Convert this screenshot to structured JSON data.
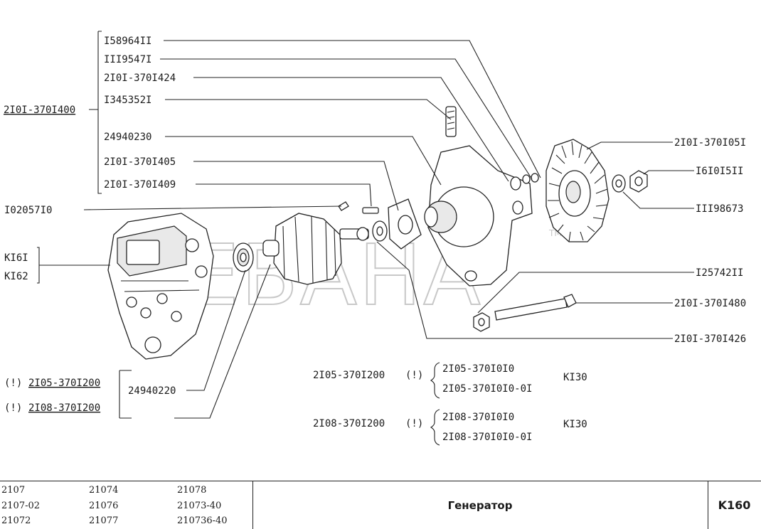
{
  "diagram": {
    "left_labels": {
      "assembly": "2I0I-370I400",
      "washer_left": "I02057I0",
      "brush1": "KI6I",
      "brush2": "KI62",
      "opt1_prefix": "(!)",
      "opt1": "2I05-370I200",
      "opt2_prefix": "(!)",
      "opt2": "2I08-370I200",
      "bearing": "24940220"
    },
    "column_labels": [
      "I58964II",
      "III9547I",
      "2I0I-370I424",
      "I345352I",
      "24940230",
      "2I0I-370I405",
      "2I0I-370I409"
    ],
    "right_labels": [
      "2I0I-370I05I",
      "I6I0I5II",
      "III98673",
      "I25742II",
      "2I0I-370I480",
      "2I0I-370I426"
    ],
    "variants": [
      {
        "assembly": "2I05-370I200",
        "flag": "(!)",
        "parts": [
          "2I05-370I0I0",
          "2I05-370I0I0-0I"
        ],
        "ref": "KI30"
      },
      {
        "assembly": "2I08-370I200",
        "flag": "(!)",
        "parts": [
          "2I08-370I0I0",
          "2I08-370I0I0-0I"
        ],
        "ref": "KI30"
      }
    ],
    "watermark": "EBAHA",
    "watermark_tm": "TM"
  },
  "footer": {
    "models": [
      [
        "2107",
        "21074",
        "21078"
      ],
      [
        "2107-02",
        "21076",
        "21073-40"
      ],
      [
        "21072",
        "21077",
        "210736-40"
      ]
    ],
    "title": "Генератор",
    "code": "K160"
  }
}
